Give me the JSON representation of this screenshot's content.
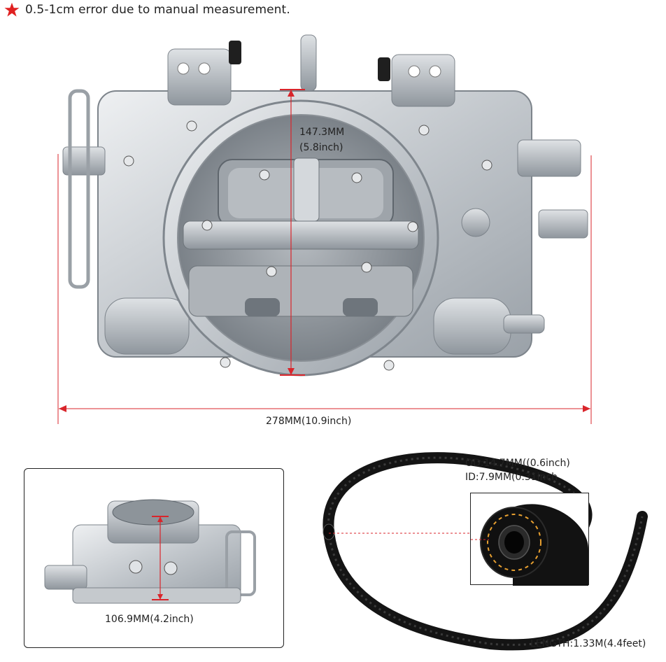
{
  "note": {
    "icon": "star-icon",
    "icon_color": "#e02020",
    "text": "0.5-1cm error due to manual measurement."
  },
  "main_view": {
    "height_label_mm": "147.3MM",
    "height_label_inch": "(5.8inch)",
    "width_label": "278MM(10.9inch)"
  },
  "inset_view": {
    "height_label": "106.9MM(4.2inch)"
  },
  "hose": {
    "od_label": "OD:14.7MM((0.6inch)",
    "id_label": "ID:7.9MM(0.31inch",
    "length_label": "LENGTH:1.33M(4.4feet)"
  },
  "colors": {
    "dimension_line": "#d9252b",
    "aluminum": "#c9cdd1",
    "hose": "#141414",
    "hose_stripe": "#e8a030"
  }
}
